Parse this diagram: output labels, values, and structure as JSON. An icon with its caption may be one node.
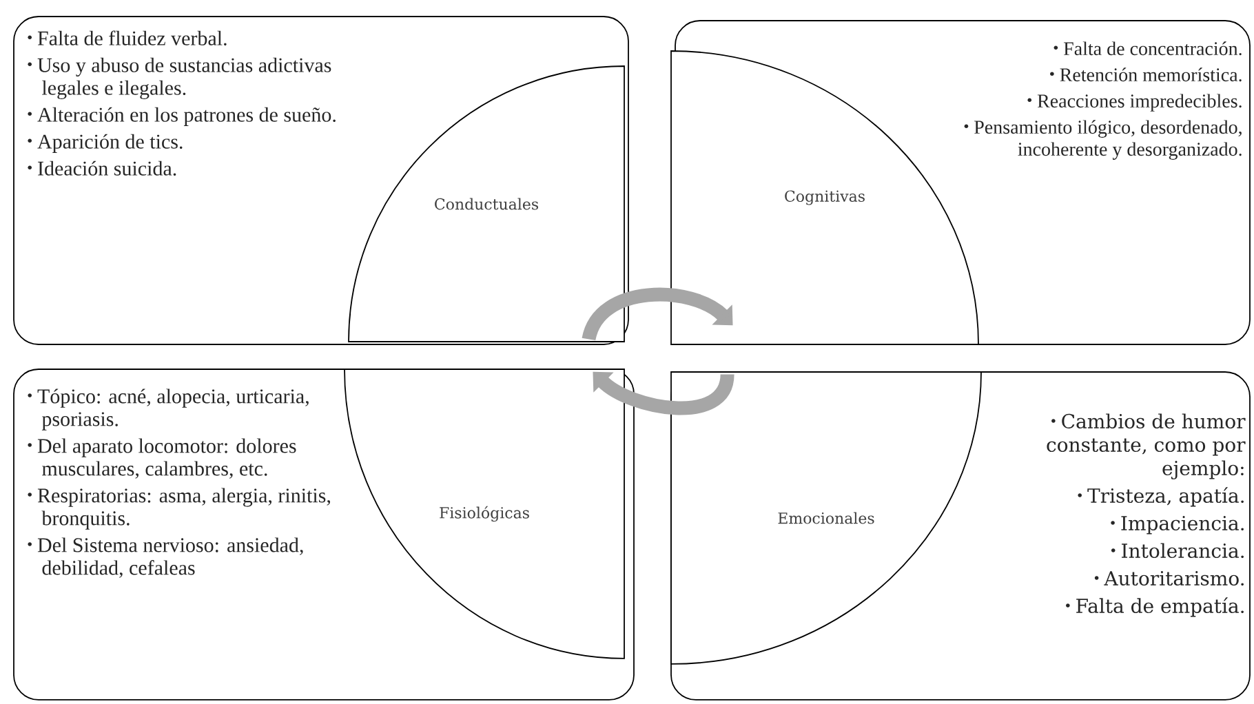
{
  "diagram": {
    "nodes": [
      {
        "text": [
          "Falta de fluidez verbal.",
          "Uso y abuso de sustancias adictivas legales e ilegales.",
          "Alteración en los patrones de sueño.",
          "Aparición de tics.",
          "Ideación suicida."
        ]
      },
      {
        "text": [
          "Conductuales"
        ],
        "in": 0
      },
      {
        "text": [
          "Falta de concentración.",
          "Retención memorística.",
          "Reacciones impredecibles.",
          "Pensamiento ilógico, desordenado, incoherente y desorganizado."
        ]
      },
      {
        "text": [
          "Cognitivas"
        ],
        "in": 2
      },
      {
        "text": [
          "Tópico: acné, alopecia, urticaria, psoriasis.",
          "Del aparato locomotor: dolores musculares, calambres, etc.",
          "Respiratorias: asma, alergia, rinitis, bronquitis.",
          "Del Sistema nervioso: ansiedad, debilidad, cefaleas"
        ]
      },
      {
        "text": [
          "Fisiológicas"
        ],
        "in": 4
      },
      {
        "text": [
          "Cambios de humor constante, como por ejemplo:",
          "Tristeza, apatía.",
          "Impaciencia.",
          "Intolerancia.",
          "Autoritarismo.",
          "Falta de empatía."
        ]
      },
      {
        "text": [
          "Emocionales"
        ],
        "in": 6
      }
    ],
    "edges": [
      {
        "from": 1,
        "to": 3,
        "arrow": "to"
      },
      {
        "from": 7,
        "to": 5,
        "arrow": "to"
      }
    ]
  }
}
